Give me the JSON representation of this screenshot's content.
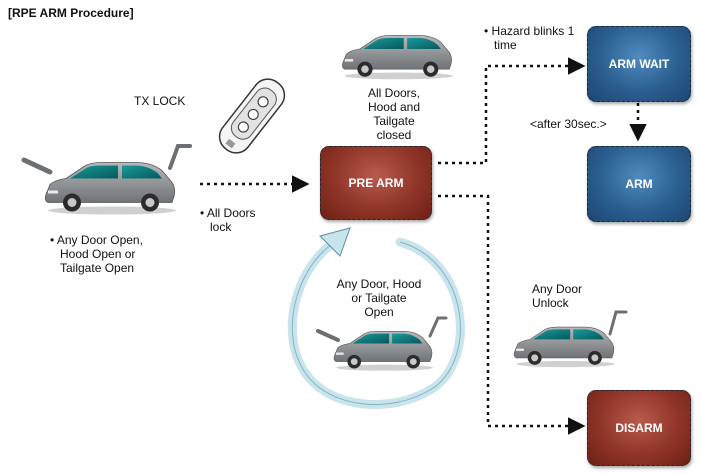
{
  "title": "[RPE ARM Procedure]",
  "labels": {
    "tx_lock": "TX LOCK",
    "left_conditions": [
      "• Any Door Open,",
      "Hood Open or",
      "Tailgate Open"
    ],
    "all_doors_lock": [
      "• All Doors",
      "lock"
    ],
    "closed_conditions": [
      "All Doors,",
      "Hood and",
      "Tailgate",
      "closed"
    ],
    "hazard_blinks": [
      "• Hazard blinks 1",
      "time"
    ],
    "after_30sec": "<after 30sec.>",
    "loop_conditions": [
      "Any Door, Hood",
      "or Tailgate",
      "Open"
    ],
    "any_door_unlock": [
      "Any Door",
      "Unlock"
    ]
  },
  "states": {
    "pre_arm": "PRE ARM",
    "arm_wait": "ARM WAIT",
    "arm": "ARM",
    "disarm": "DISARM"
  },
  "colors": {
    "red_state": "#8f3527",
    "blue_state": "#2b5f90",
    "car_body": "#8c8f93",
    "car_glass": "#0e7b7d",
    "loop_arrow": "#c8e4ec"
  },
  "icons": [
    "car-icon",
    "key-fob-icon",
    "loop-arrow-icon"
  ]
}
